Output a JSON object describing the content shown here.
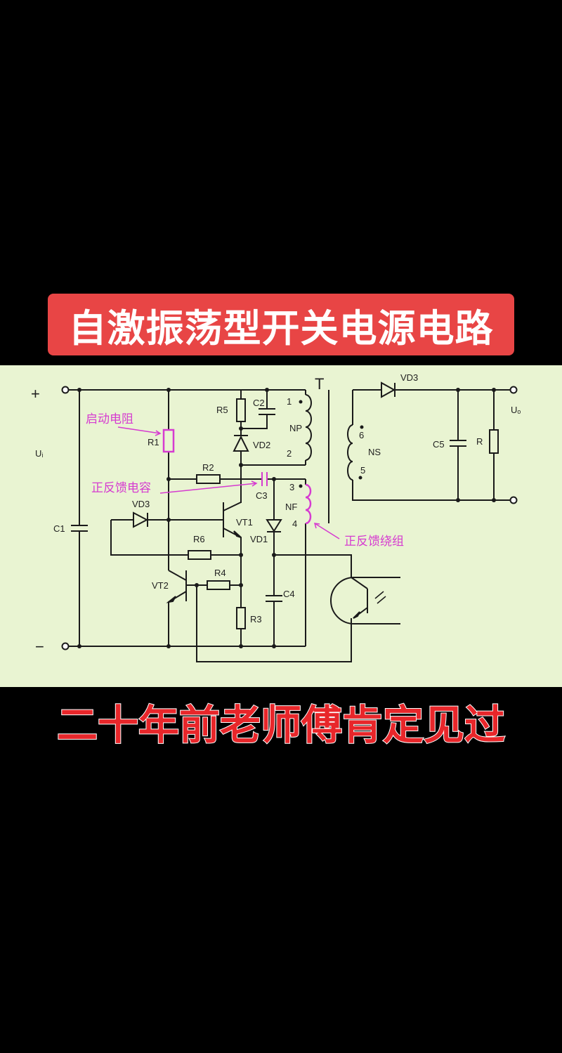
{
  "title": "自激振荡型开关电源电路",
  "caption": "二十年前老师傅肯定见过",
  "colors": {
    "banner": "#e84545",
    "caption": "#e8262a",
    "diagram_bg": "#e9f4d2",
    "annotation": "#d63bd0",
    "wire": "#1a1a1a"
  },
  "diagram": {
    "labels": {
      "plus": "+",
      "minus": "−",
      "ui": "Uᵢ",
      "c1": "C1",
      "r1": "R1",
      "r2": "R2",
      "r3": "R3",
      "r4": "R4",
      "r5": "R5",
      "r6": "R6",
      "c2": "C2",
      "c3": "C3",
      "c4": "C4",
      "c5": "C5",
      "vd1": "VD1",
      "vd2": "VD2",
      "vd3": "VD3",
      "vd3_out": "VD3",
      "vt1": "VT1",
      "vt2": "VT2",
      "t": "T",
      "np": "NP",
      "nf": "NF",
      "ns": "NS",
      "pin1": "1",
      "pin2": "2",
      "pin3": "3",
      "pin4": "4",
      "pin5": "5",
      "pin6": "6",
      "r": "R",
      "uo": "Uₒ"
    },
    "annotations": {
      "start_resistor": "启动电阻",
      "feedback_capacitor": "正反馈电容",
      "feedback_winding": "正反馈绕组"
    }
  }
}
